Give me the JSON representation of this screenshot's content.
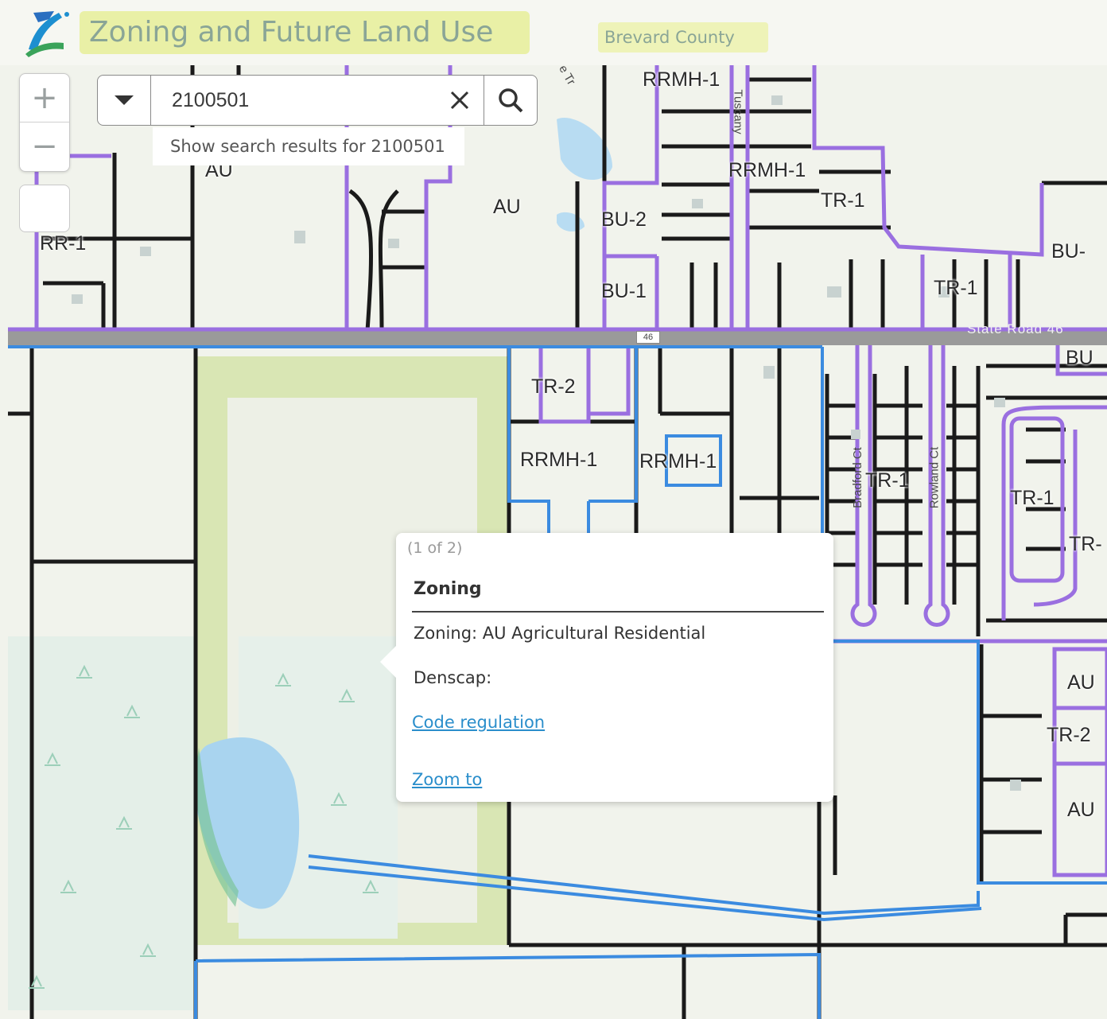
{
  "header": {
    "title": "Zoning and Future Land Use",
    "county": "Brevard County"
  },
  "search": {
    "value": "2100501",
    "suggestion": "Show search results for 2100501"
  },
  "zoom": {
    "in_label": "+",
    "out_label": "−"
  },
  "map": {
    "zone_labels": [
      "RRMH-1",
      "AU",
      "AU",
      "RR-1",
      "RRMH-1",
      "TR-1",
      "BU-2",
      "BU-1",
      "BU-",
      "TR-1",
      "BU",
      "TR-2",
      "RRMH-1",
      "RRMH-1",
      "TR-1",
      "TR-1",
      "TR-",
      "AU",
      "TR-2",
      "AU"
    ],
    "road_labels": [
      "State Road 46",
      "46",
      "e Tr",
      "Tuscany",
      "Bradford Ct",
      "Rowland Ct"
    ]
  },
  "popup": {
    "pager": "(1 of 2)",
    "title": "Zoning",
    "zoning_field": "Zoning: AU Agricultural Residential",
    "denscap_field": "Denscap:",
    "code_link": "Code regulation",
    "zoom_link": "Zoom to"
  },
  "colors": {
    "parcel_line": "#1a1a1a",
    "zoning_purple": "#9a6fe0",
    "zoning_blue": "#3b8be0",
    "road": "#9a9a9a",
    "water": "#a9d4ef",
    "vegetation": "#c9dca5",
    "link": "#2a8ecb"
  }
}
